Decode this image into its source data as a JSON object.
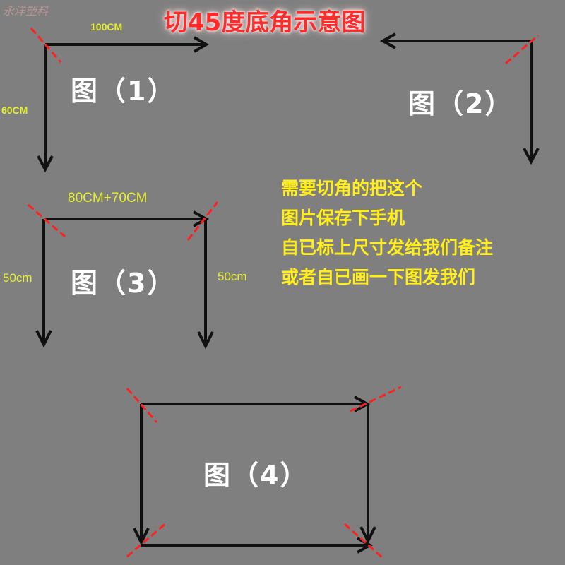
{
  "watermark": "永洋塑料",
  "title": "切45度底角示意图",
  "figures": {
    "fig1": {
      "label": "图（1）",
      "top_dim": "100CM",
      "side_dim": "60CM"
    },
    "fig2": {
      "label": "图（2）"
    },
    "fig3": {
      "label": "图（3）",
      "top_dim": "80CM+70CM",
      "left_dim": "50cm",
      "right_dim": "50cm"
    },
    "fig4": {
      "label": "图（4）"
    }
  },
  "instructions": [
    "需要切角的把这个",
    "图片保存下手机",
    "自已标上尺寸发给我们备注",
    "或者自已画一下图发我们"
  ],
  "colors": {
    "background": "#7f7f7f",
    "arrow": "#111111",
    "cut_line": "#ff2020",
    "title": "#ff2a2a",
    "dimension": "#e6ef2f",
    "instruction": "#ffee1a"
  }
}
